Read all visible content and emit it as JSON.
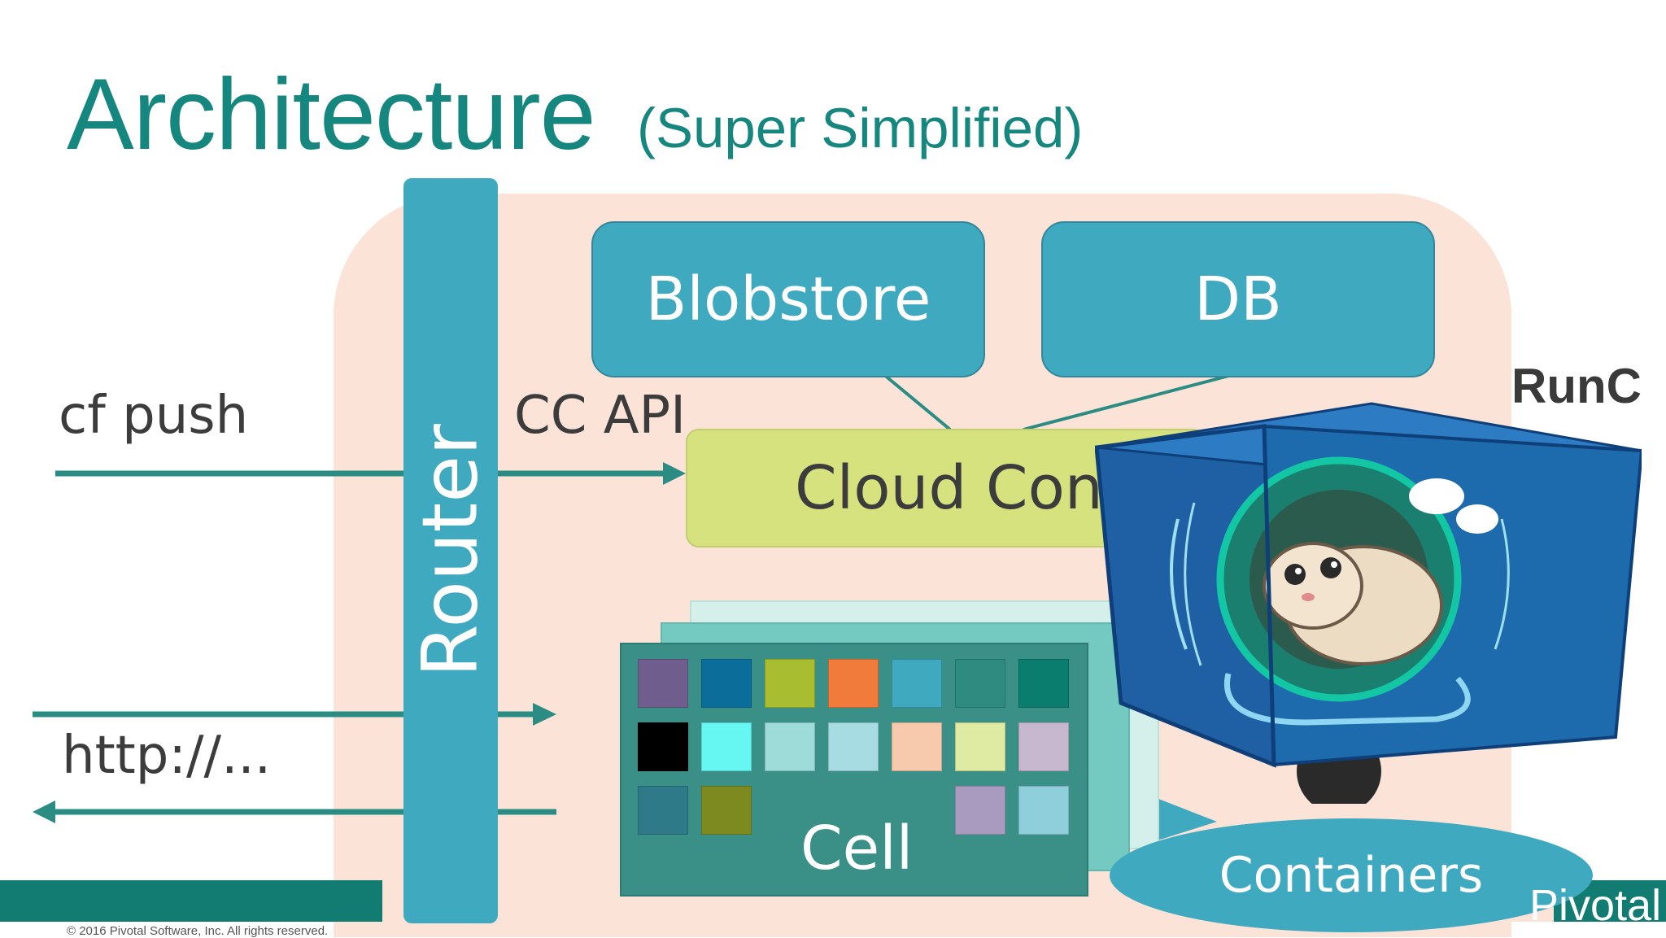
{
  "title": "Architecture",
  "subtitle": "(Super Simplified)",
  "router": {
    "label": "Router"
  },
  "services": {
    "blobstore": "Blobstore",
    "db": "DB"
  },
  "cloud_controller": {
    "label": "Cloud Cont"
  },
  "labels": {
    "cf_push": "cf push",
    "cc_api": "CC API",
    "http": "http://...",
    "runc": "RunC"
  },
  "cell": {
    "label": "Cell",
    "container_colors": [
      [
        "#6f5d8e",
        "#0a6d9a",
        "#a8bd2f",
        "#f07b3a",
        "#3fa9c0",
        "#2f8a80",
        "#0a7d6f"
      ],
      [
        "#000000",
        "#66f7f2",
        "#9ddcd9",
        "#a7dde2",
        "#f7c9ad",
        "#dfeaa2",
        "#c7b8cf"
      ],
      [
        "#2f7a88",
        "#7c8a1f",
        null,
        null,
        null,
        "#a99bbf",
        "#8fcfdc"
      ]
    ]
  },
  "callout": {
    "label": "Containers"
  },
  "footer": {
    "brand": "Pivotal",
    "copyright": "© 2016 Pivotal Software, Inc.  All rights reserved."
  },
  "colors": {
    "teal": "#137c72",
    "router_blue": "#3fa9c0",
    "panel": "#fbe3d8",
    "cc_green": "#d6e27e"
  }
}
